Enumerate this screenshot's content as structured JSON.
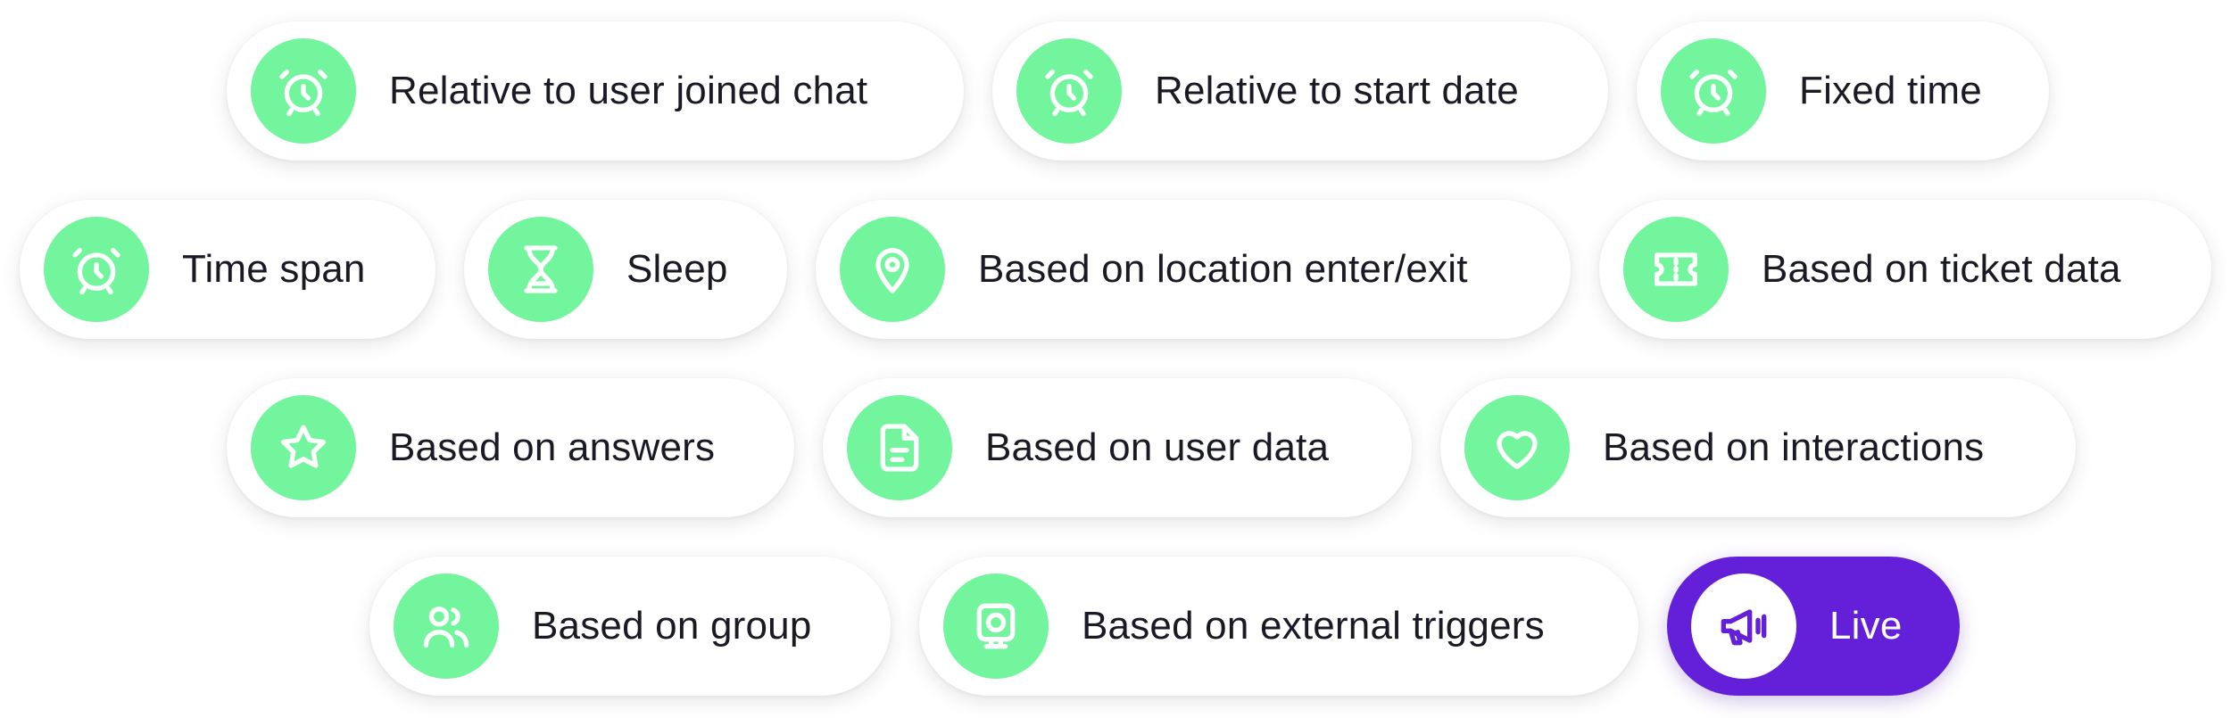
{
  "triggers": [
    {
      "label": "Relative to user joined chat",
      "icon": "alarm-clock-icon"
    },
    {
      "label": "Relative to start date",
      "icon": "alarm-clock-icon"
    },
    {
      "label": "Fixed time",
      "icon": "alarm-clock-icon"
    },
    {
      "label": "Time span",
      "icon": "alarm-clock-icon"
    },
    {
      "label": "Sleep",
      "icon": "hourglass-icon"
    },
    {
      "label": "Based on location enter/exit",
      "icon": "map-pin-icon"
    },
    {
      "label": "Based on ticket data",
      "icon": "ticket-icon"
    },
    {
      "label": "Based on answers",
      "icon": "star-icon"
    },
    {
      "label": "Based on user data",
      "icon": "document-icon"
    },
    {
      "label": "Based on interactions",
      "icon": "heart-icon"
    },
    {
      "label": "Based on group",
      "icon": "users-icon"
    },
    {
      "label": "Based on external triggers",
      "icon": "webcam-icon"
    },
    {
      "label": "Live",
      "icon": "megaphone-icon"
    }
  ],
  "colors": {
    "icon_bg": "#72f59d",
    "live_bg": "#6320d8",
    "text": "#1a1a24"
  }
}
